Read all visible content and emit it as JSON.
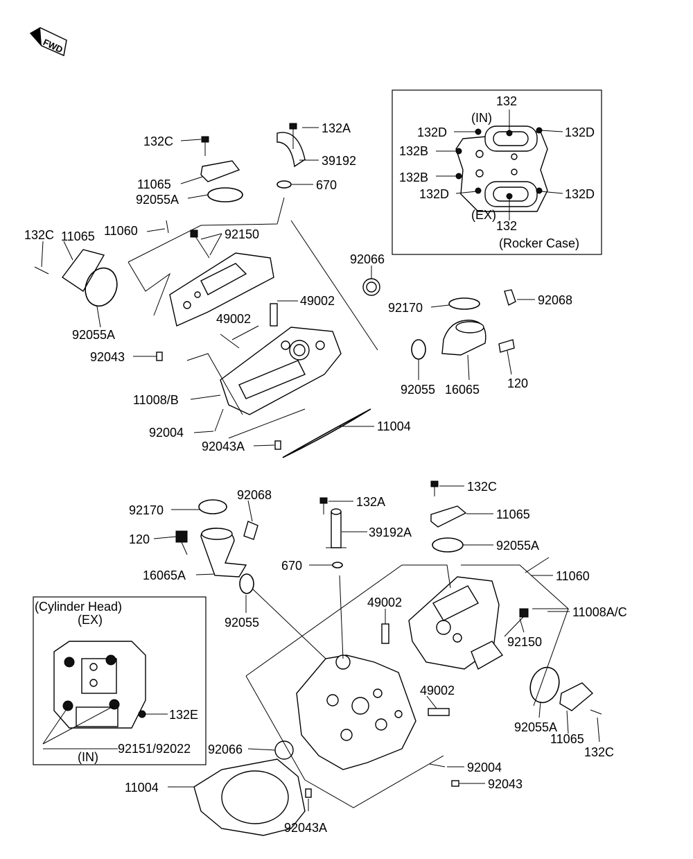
{
  "fwd_label": "FWD",
  "rocker_inset": {
    "in": "(IN)",
    "ex": "(EX)",
    "caption": "(Rocker Case)",
    "labels": [
      "132",
      "132D",
      "132D",
      "132B",
      "132B",
      "132D",
      "132D",
      "132"
    ]
  },
  "head_inset": {
    "title": "(Cylinder Head)",
    "ex": "(EX)",
    "in": "(IN)",
    "labels": [
      "132E",
      "92151/92022"
    ]
  },
  "front_labels": [
    "132A",
    "39192",
    "670",
    "132C",
    "11065",
    "92055A",
    "11060",
    "92150",
    "132C",
    "11065",
    "92055A",
    "92066",
    "49002",
    "49002",
    "92170",
    "92068",
    "92043",
    "16065",
    "120",
    "92055",
    "11008/B",
    "92004",
    "92043A",
    "11004"
  ],
  "rear_labels": [
    "132C",
    "92068",
    "132A",
    "11065",
    "92170",
    "39192A",
    "92055A",
    "120",
    "16065A",
    "670",
    "11060",
    "92055",
    "49002",
    "11008A/C",
    "92150",
    "49002",
    "92055A",
    "11065",
    "132C",
    "92066",
    "92004",
    "92043",
    "11004",
    "92043A"
  ]
}
